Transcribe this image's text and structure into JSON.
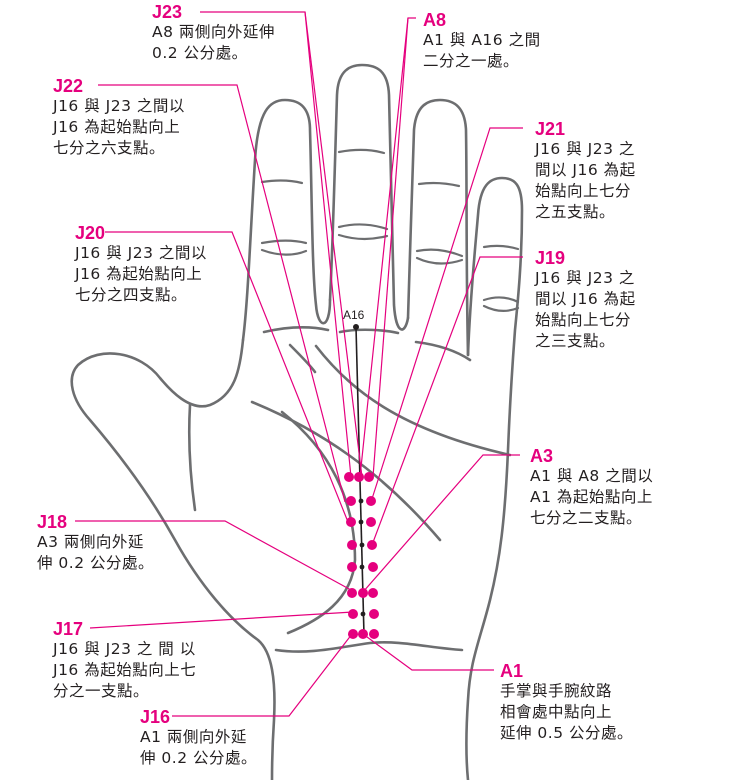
{
  "diagram": {
    "subject": "Palm acupoints diagram",
    "colors": {
      "accent": "#e5007e",
      "outline": "#6d6e70",
      "axis_line": "#231f20",
      "text": "#231f20"
    },
    "reference_point": {
      "label": "A16"
    },
    "callouts": [
      {
        "id": "J23",
        "code": "J23",
        "lines": [
          "A8 兩側向外延伸",
          "0.2 公分處。"
        ]
      },
      {
        "id": "A8",
        "code": "A8",
        "lines": [
          "A1 與 A16 之間",
          "二分之一處。"
        ]
      },
      {
        "id": "J22",
        "code": "J22",
        "lines": [
          "J16 與 J23 之間以",
          "J16 為起始點向上",
          "七分之六支點。"
        ]
      },
      {
        "id": "J21",
        "code": "J21",
        "lines": [
          "J16 與 J23 之",
          "間以 J16 為起",
          "始點向上七分",
          "之五支點。"
        ]
      },
      {
        "id": "J20",
        "code": "J20",
        "lines": [
          "J16 與 J23 之間以",
          "J16 為起始點向上",
          "七分之四支點。"
        ]
      },
      {
        "id": "J19",
        "code": "J19",
        "lines": [
          "J16 與 J23 之",
          "間以 J16 為起",
          "始點向上七分",
          "之三支點。"
        ]
      },
      {
        "id": "A3",
        "code": "A3",
        "lines": [
          "A1 與 A8 之間以",
          "A1 為起始點向上",
          "七分之二支點。"
        ]
      },
      {
        "id": "J18",
        "code": "J18",
        "lines": [
          "A3 兩側向外延",
          "伸 0.2 公分處。"
        ]
      },
      {
        "id": "J17",
        "code": "J17",
        "lines": [
          "J16 與 J23 之 間 以",
          "J16 為起始點向上七",
          "分之一支點。"
        ]
      },
      {
        "id": "J16",
        "code": "J16",
        "lines": [
          "A1 兩側向外延",
          "伸 0.2 公分處。"
        ]
      },
      {
        "id": "A1",
        "code": "A1",
        "lines": [
          "手掌與手腕紋路",
          "相會處中點向上",
          "延伸 0.5 公分處。"
        ]
      }
    ]
  }
}
